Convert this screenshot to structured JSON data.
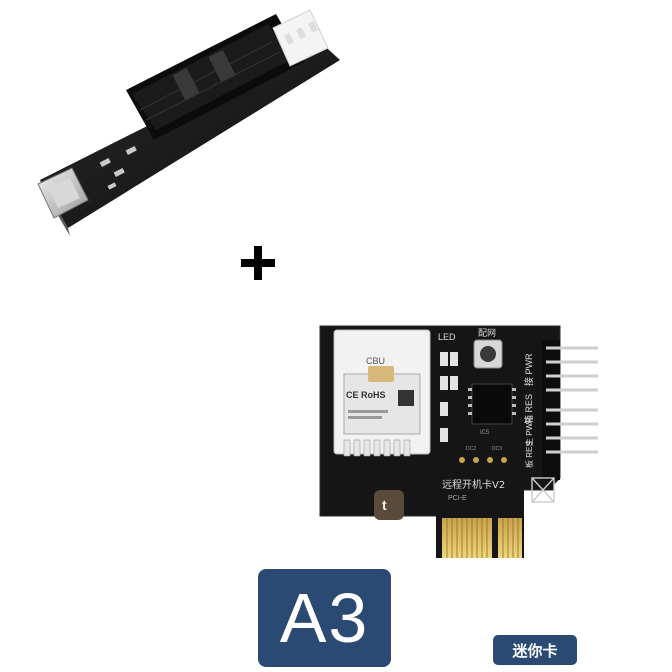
{
  "products": {
    "adapter_name": "pcie-x1-to-usb-c-adapter",
    "card": {
      "led": "LED",
      "pair": "配网",
      "pwr_top": "接 PWR",
      "res_mid": "箱 RES",
      "pwr_bottom": "主 PWR",
      "res_bottom": "板 RES",
      "module": "CBU",
      "ce": "CE RoHS",
      "title": "远程开机卡V2",
      "sub": "PCI-E",
      "ic_label": "IC5",
      "d1": "DC2",
      "d2": "DC3"
    }
  },
  "plus": "+",
  "badge": "A3",
  "mini_label": "迷你卡"
}
